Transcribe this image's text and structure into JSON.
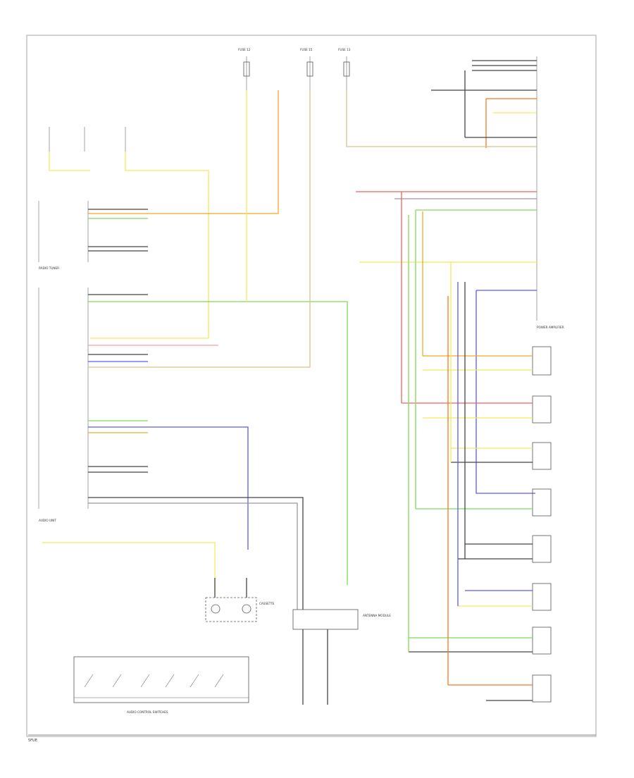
{
  "wire_colors": {
    "black": "#444444",
    "white": "#bbbbbb",
    "yellow": "#f2ea5c",
    "orange": "#f5a623",
    "red": "#f06060",
    "pink": "#f2a0b0",
    "green": "#7fdc5a",
    "blue": "#5a5af0",
    "grey": "#999999",
    "tan": "#d8c48a",
    "dark_orange": "#f07a20"
  },
  "labels": {
    "fuse_1": "FUSE 12",
    "fuse_2": "FUSE 15",
    "fuse_3": "FUSE 13",
    "radio_tuner": "RADIO TUNER",
    "audio_unit": "AUDIO UNIT",
    "cassette": "CASSETTE",
    "antenna_module": "ANTENNA MODULE",
    "audio_switches": "AUDIO CONTROL SWITCHES",
    "power_amp": "POWER AMPLIFIER",
    "corner_mark": "5FUE"
  }
}
